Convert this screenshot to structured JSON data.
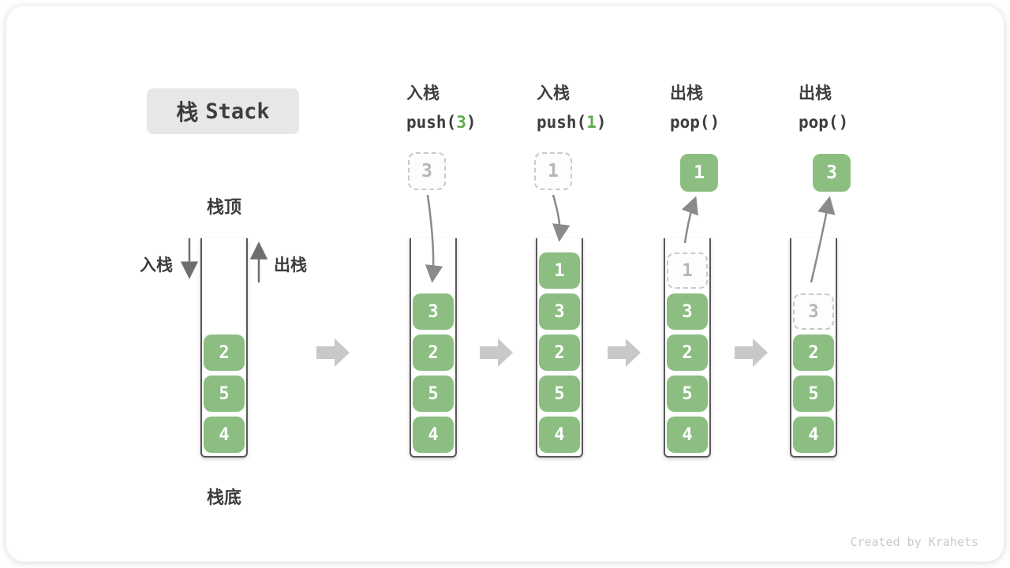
{
  "title": {
    "zh": "栈",
    "en": "Stack"
  },
  "labels": {
    "stack_top": "栈顶",
    "stack_bottom": "栈底",
    "push_side": "入栈",
    "pop_side": "出栈"
  },
  "operations": [
    {
      "name": "入栈",
      "code_pre": "push(",
      "code_arg": "3",
      "code_post": ")"
    },
    {
      "name": "入栈",
      "code_pre": "push(",
      "code_arg": "1",
      "code_post": ")"
    },
    {
      "name": "出栈",
      "code_pre": "pop(",
      "code_arg": "",
      "code_post": ")"
    },
    {
      "name": "出栈",
      "code_pre": "pop(",
      "code_arg": "",
      "code_post": ")"
    }
  ],
  "stacks": [
    {
      "state": "initial",
      "cells": [
        {
          "v": "2"
        },
        {
          "v": "5"
        },
        {
          "v": "4"
        }
      ]
    },
    {
      "state": "after push(3)",
      "floater": {
        "v": "3",
        "style": "dashed"
      },
      "cells": [
        {
          "v": "3"
        },
        {
          "v": "2"
        },
        {
          "v": "5"
        },
        {
          "v": "4"
        }
      ]
    },
    {
      "state": "after push(1)",
      "floater": {
        "v": "1",
        "style": "dashed"
      },
      "cells": [
        {
          "v": "1"
        },
        {
          "v": "3"
        },
        {
          "v": "2"
        },
        {
          "v": "5"
        },
        {
          "v": "4"
        }
      ]
    },
    {
      "state": "after pop() first",
      "floater": {
        "v": "1",
        "style": "solid"
      },
      "cells": [
        {
          "v": "1",
          "style": "dashed"
        },
        {
          "v": "3"
        },
        {
          "v": "2"
        },
        {
          "v": "5"
        },
        {
          "v": "4"
        }
      ]
    },
    {
      "state": "after pop() second",
      "floater": {
        "v": "3",
        "style": "solid"
      },
      "cells": [
        {
          "v": "3",
          "style": "dashed"
        },
        {
          "v": "2"
        },
        {
          "v": "5"
        },
        {
          "v": "4"
        }
      ]
    }
  ],
  "watermark": "Created by Krahets",
  "colors": {
    "block_green": "#8CBE82",
    "code_arg_green": "#62A84E",
    "title_box_bg": "#E7E7E7",
    "text_dark": "#3D3D3D",
    "dashed_border": "#C9C9C9",
    "dashed_text": "#B5B5B5",
    "flow_arrow_gray": "#C8C8C8",
    "motion_arrow_gray": "#8A8A8A",
    "container_border": "#585858",
    "watermark_gray": "#C9C9C9"
  }
}
